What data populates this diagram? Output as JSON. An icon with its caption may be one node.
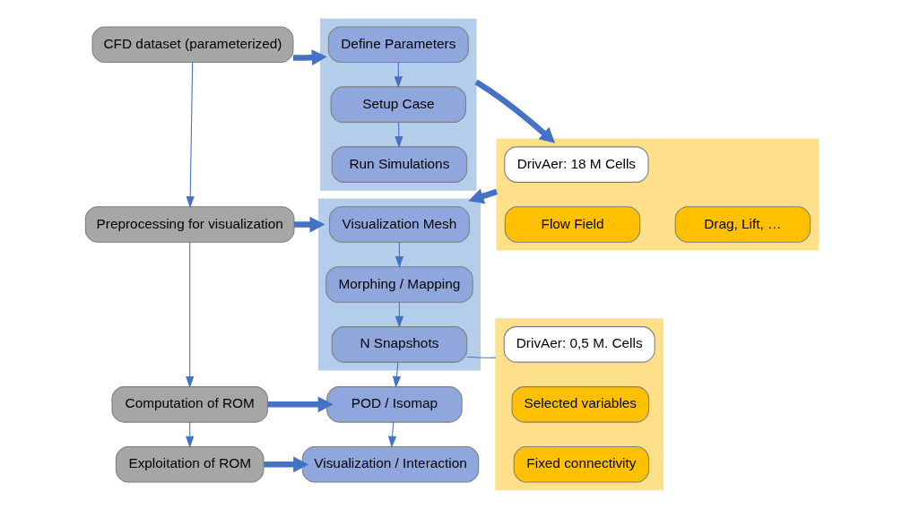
{
  "diagram": {
    "nodes": [
      {
        "text": [
          "CFD dataset (parameterized)"
        ]
      },
      {
        "text": [
          "Preprocessing for visualization"
        ]
      },
      {
        "text": [
          "Computation of ROM"
        ]
      },
      {
        "text": [
          "Exploitation of ROM"
        ]
      },
      {
        "text": [],
        "shape": "box"
      },
      {
        "text": [
          "Define Parameters"
        ],
        "in": 4
      },
      {
        "text": [
          "Setup Case"
        ],
        "in": 4
      },
      {
        "text": [
          "Run Simulations"
        ],
        "in": 4
      },
      {
        "text": [],
        "shape": "box"
      },
      {
        "text": [
          "DrivAer: 18 M Cells"
        ],
        "in": 8
      },
      {
        "text": [
          "Flow Field"
        ],
        "in": 8
      },
      {
        "text": [
          "Drag, Lift, …"
        ],
        "in": 8
      },
      {
        "text": [],
        "shape": "box"
      },
      {
        "text": [
          "Visualization Mesh"
        ],
        "in": 12
      },
      {
        "text": [
          "Morphing / Mapping"
        ],
        "in": 12
      },
      {
        "text": [
          "N Snapshots"
        ],
        "in": 12
      },
      {
        "text": [],
        "shape": "box"
      },
      {
        "text": [
          "DrivAer: 0,5 M. Cells"
        ],
        "in": 16
      },
      {
        "text": [
          "Selected variables"
        ],
        "in": 16
      },
      {
        "text": [
          "Fixed connectivity"
        ],
        "in": 16
      },
      {
        "text": [
          "POD / Isomap"
        ]
      },
      {
        "text": [
          "Visualization / Interaction"
        ]
      }
    ],
    "edges": [
      {
        "from": 0,
        "to": 1,
        "arrow": "to"
      },
      {
        "from": 1,
        "to": 2,
        "arrow": "to"
      },
      {
        "from": 2,
        "to": 3,
        "arrow": "to"
      },
      {
        "from": 0,
        "to": 4,
        "arrow": "to",
        "style": "thick"
      },
      {
        "from": 1,
        "to": 12,
        "arrow": "to",
        "style": "thick"
      },
      {
        "from": 2,
        "to": 20,
        "arrow": "to",
        "style": "thick"
      },
      {
        "from": 3,
        "to": 21,
        "arrow": "to",
        "style": "thick"
      },
      {
        "from": 5,
        "to": 6,
        "arrow": "to"
      },
      {
        "from": 6,
        "to": 7,
        "arrow": "to"
      },
      {
        "from": 4,
        "to": 8,
        "arrow": "to",
        "style": "thick"
      },
      {
        "from": 8,
        "to": 12,
        "arrow": "to",
        "style": "thick"
      },
      {
        "from": 13,
        "to": 14,
        "arrow": "to"
      },
      {
        "from": 14,
        "to": 15,
        "arrow": "to"
      },
      {
        "from": 15,
        "to": 16,
        "arrow": "none"
      },
      {
        "from": 15,
        "to": 20,
        "arrow": "to"
      },
      {
        "from": 20,
        "to": 21,
        "arrow": "to"
      }
    ]
  }
}
